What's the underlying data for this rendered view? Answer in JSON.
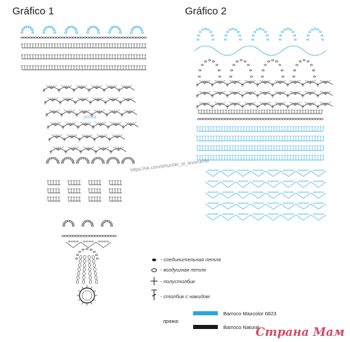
{
  "titles": {
    "chart1": "Gráfico 1",
    "chart2": "Gráfico 2"
  },
  "legend": {
    "stitches": [
      {
        "icon": "slip-stitch-icon",
        "label": "- соединительная петля"
      },
      {
        "icon": "chain-stitch-icon",
        "label": "- воздушная петля"
      },
      {
        "icon": "single-crochet-icon",
        "label": "- полустолбик"
      },
      {
        "icon": "double-crochet-icon",
        "label": "- столбик с накидом"
      }
    ],
    "yarn_label": "пряжа:",
    "yarns": [
      {
        "name": "Barroco Maxcolor 6823",
        "color": "#29a8e0"
      },
      {
        "name": "Barroco Natural",
        "color": "#1a1a1a"
      }
    ]
  },
  "watermarks": {
    "url": "https://vk.com/shtuchki_ot_levoruchki",
    "small": "polsta",
    "brand": "Страна Мам"
  },
  "colors": {
    "blue": "#29a8e0",
    "dark": "#333333",
    "ink": "#1a1a1a"
  }
}
